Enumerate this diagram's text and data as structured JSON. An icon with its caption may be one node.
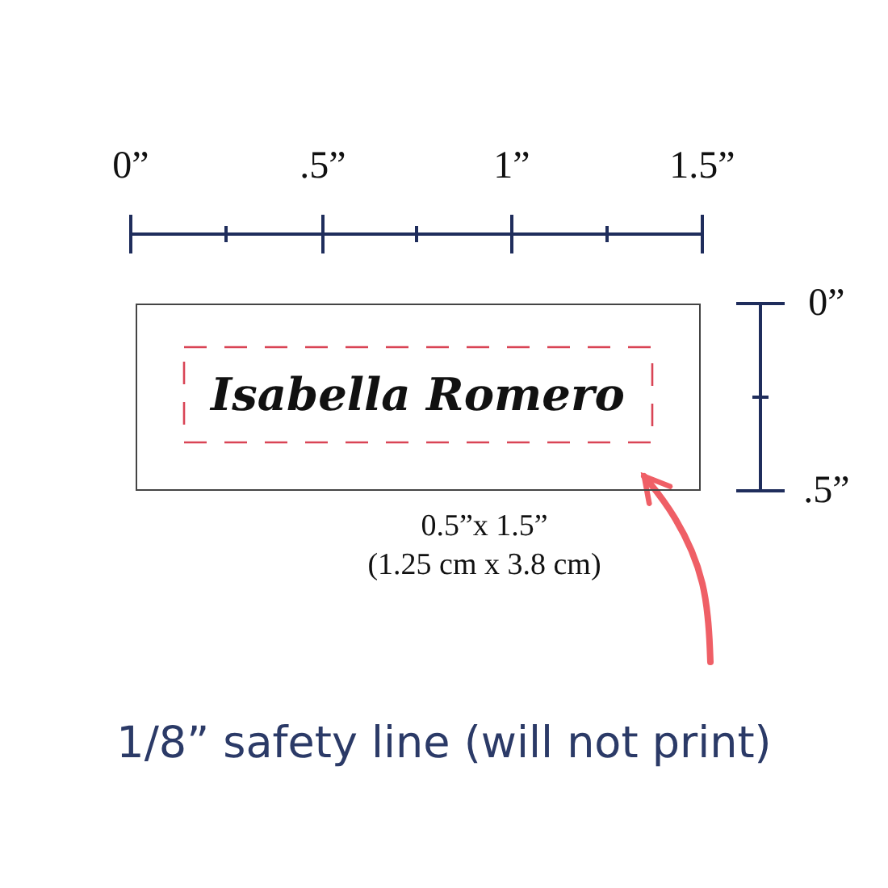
{
  "diagram": {
    "nodes": [
      {
        "text": [],
        "shape": "box"
      },
      {
        "text": [
          "Isabella Romero"
        ],
        "in": 0
      },
      {
        "text": [
          "1/8” safety line (will not print)"
        ]
      }
    ],
    "edges": [
      {
        "from": 2,
        "to": 1,
        "arrow": "to"
      }
    ],
    "labels": [
      "0”",
      ".5”",
      "1”",
      "1.5”",
      "0”",
      ".5”",
      "0.5”x 1.5”",
      "(1.25 cm x 3.8 cm)"
    ]
  }
}
